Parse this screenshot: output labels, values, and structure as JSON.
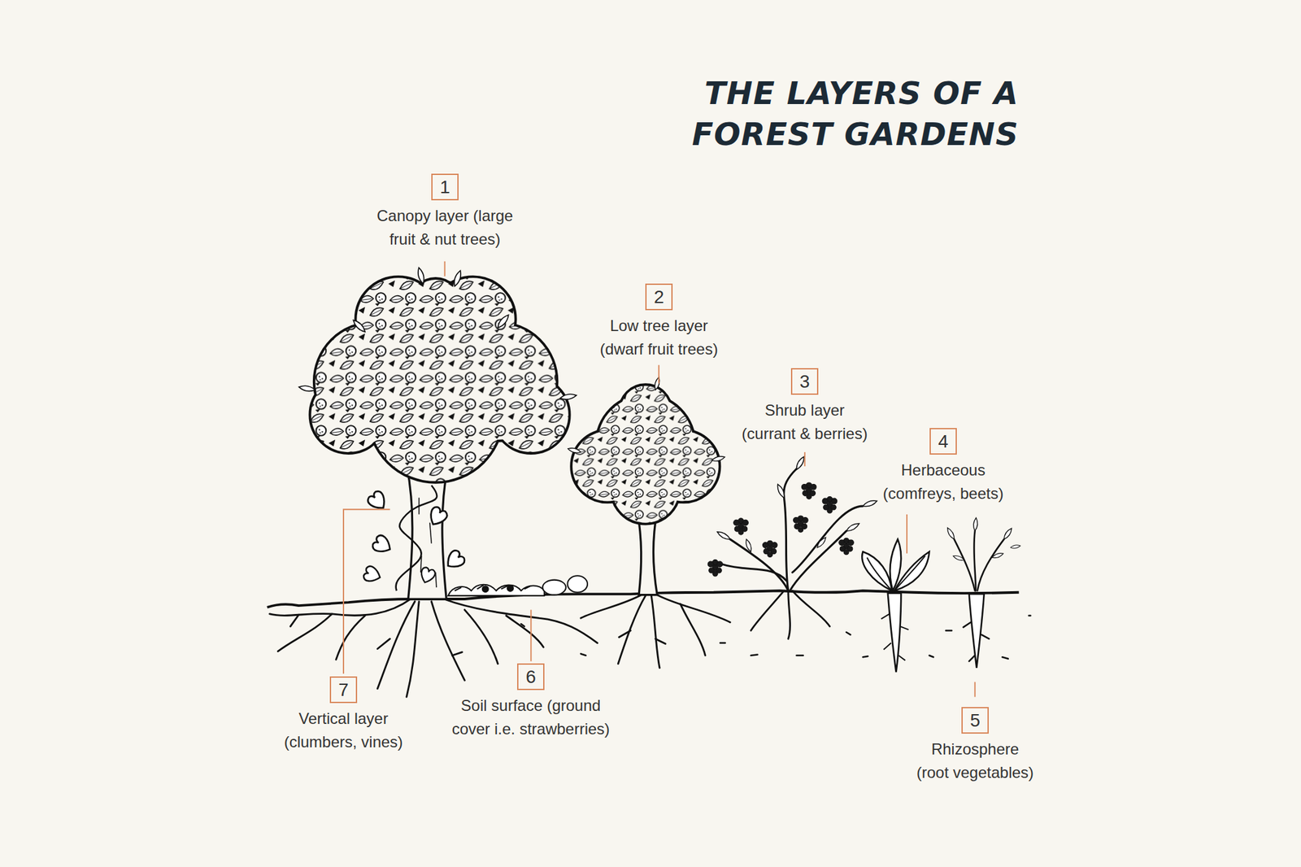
{
  "diagram": {
    "title": "THE LAYERS OF A FOREST GARDENS",
    "nodes": [
      {
        "text": [
          "1",
          "Canopy layer (large fruit & nut trees)"
        ]
      },
      {
        "text": [
          "2",
          "Low tree layer (dwarf fruit trees)"
        ]
      },
      {
        "text": [
          "3",
          "Shrub layer (currant & berries)"
        ]
      },
      {
        "text": [
          "4",
          "Herbaceous (comfreys, beets)"
        ]
      },
      {
        "text": [
          "5",
          "Rhizosphere (root vegetables)"
        ]
      },
      {
        "text": [
          "6",
          "Soil surface (ground cover i.e. strawberries)"
        ]
      },
      {
        "text": [
          "7",
          "Vertical layer (clumbers, vines)"
        ]
      }
    ]
  }
}
